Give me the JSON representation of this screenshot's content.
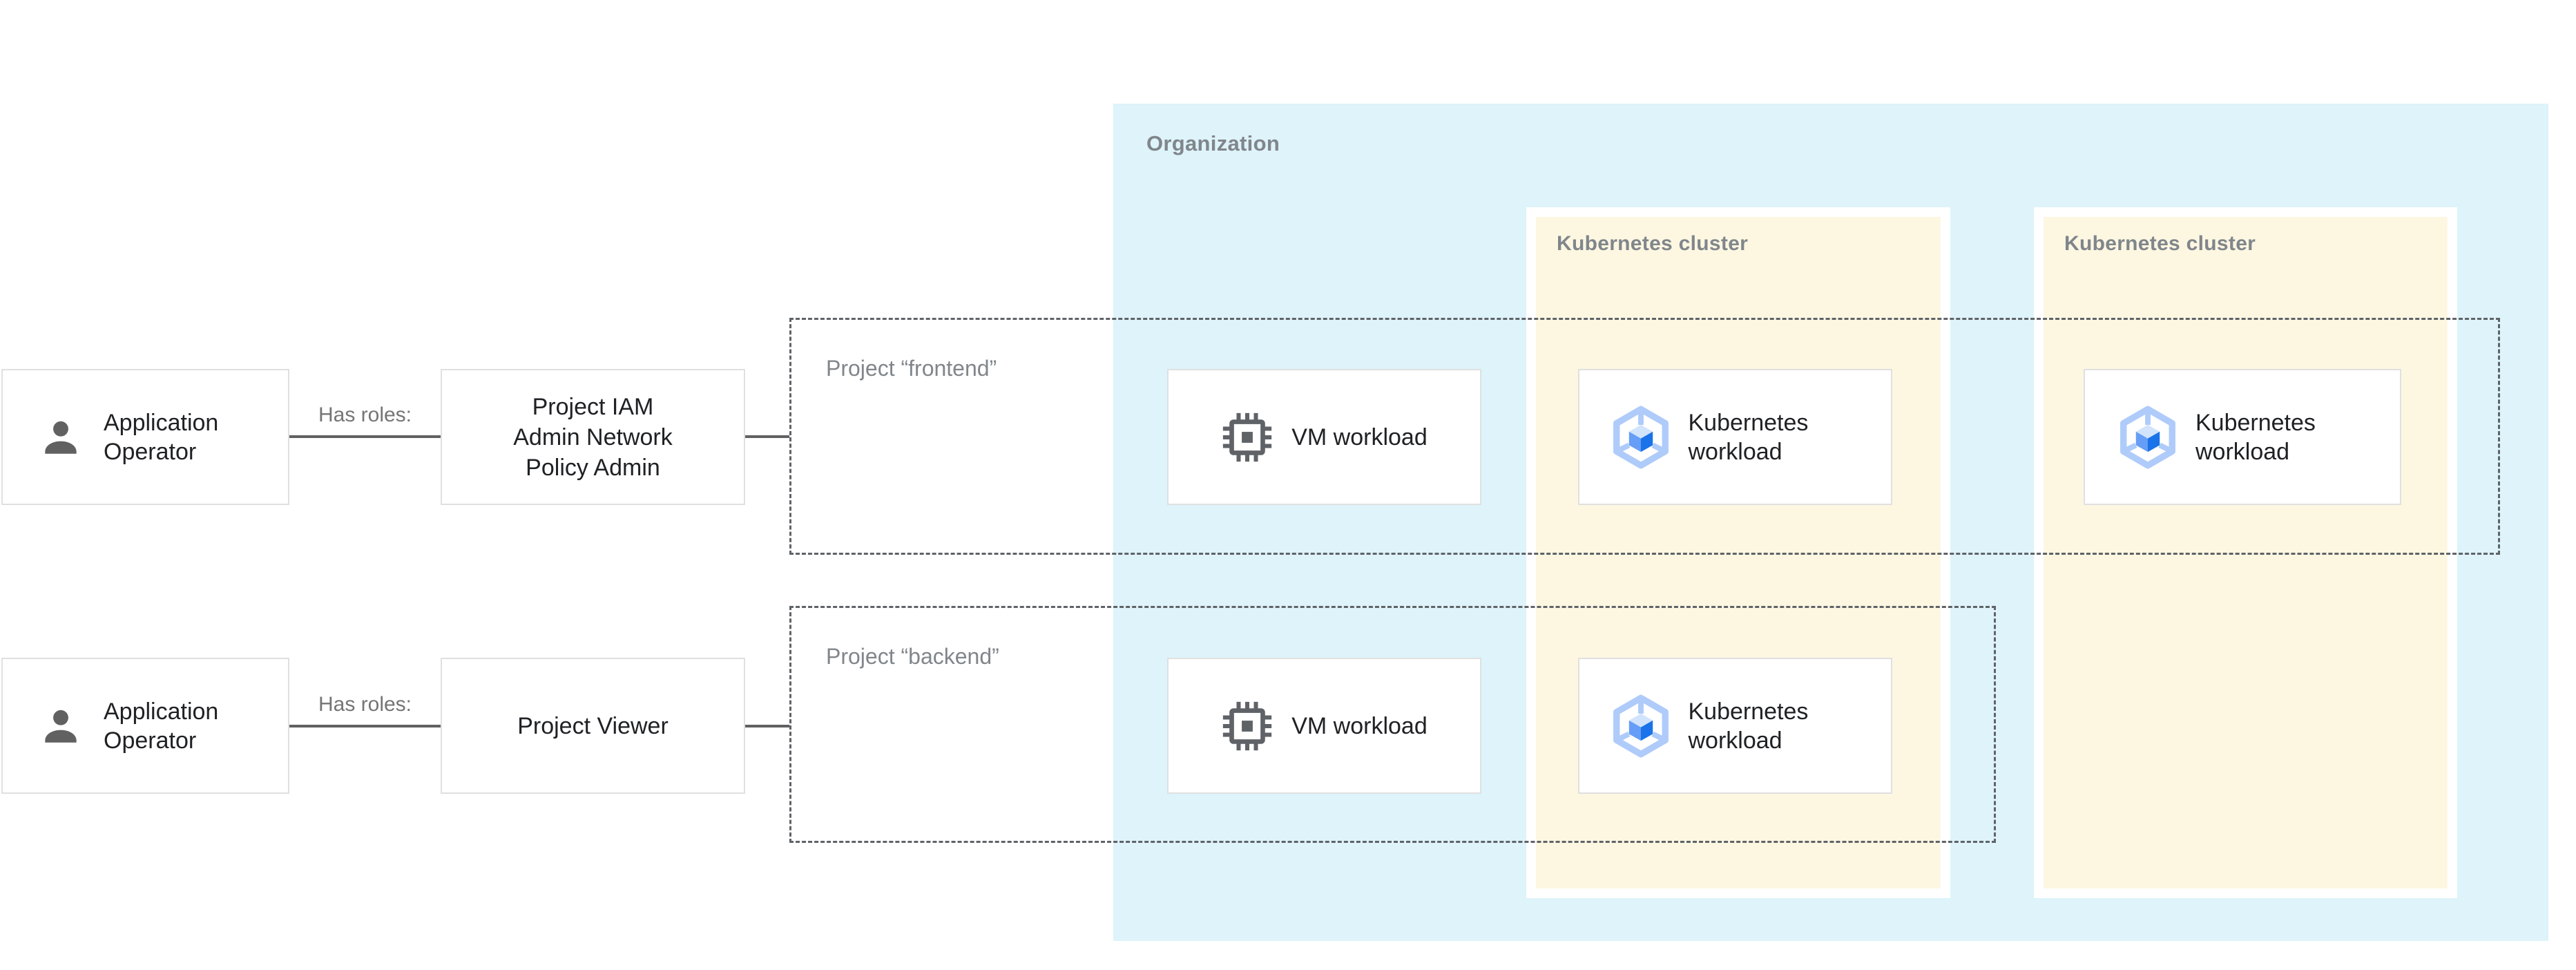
{
  "palette": {
    "org_bg": "#def3fa",
    "cluster_bg": "#fdf7e2",
    "node_border": "#e0e0e0",
    "node_text": "#202124",
    "connector": "#616161",
    "dash": "#5f6368",
    "label_gray": "#80868b",
    "edge_gray": "#757575",
    "person_gray": "#616161",
    "chip_gray": "#5f6368",
    "gke_hex": "#aecbfa",
    "gke_top": "#d2e3fc",
    "gke_left": "#669df6",
    "gke_right": "#1a73e8"
  },
  "organization": {
    "label": "Organization"
  },
  "clusters": [
    {
      "label": "Kubernetes cluster"
    },
    {
      "label": "Kubernetes cluster"
    }
  ],
  "projects": [
    {
      "label": "Project “frontend”"
    },
    {
      "label": "Project “backend”"
    }
  ],
  "actors": [
    {
      "label": "Application Operator"
    },
    {
      "label": "Application Operator"
    }
  ],
  "edges": [
    {
      "label": "Has roles:"
    },
    {
      "label": "Has roles:"
    }
  ],
  "roles": [
    {
      "label": "Project IAM Admin Network Policy Admin",
      "lines": [
        "Project IAM",
        "Admin Network",
        "Policy Admin"
      ]
    },
    {
      "label": "Project Viewer"
    }
  ],
  "workloads": {
    "vm": [
      {
        "label": "VM workload"
      },
      {
        "label": "VM workload"
      }
    ],
    "k8s": [
      {
        "label": "Kubernetes workload"
      },
      {
        "label": "Kubernetes workload"
      },
      {
        "label": "Kubernetes workload"
      }
    ]
  }
}
